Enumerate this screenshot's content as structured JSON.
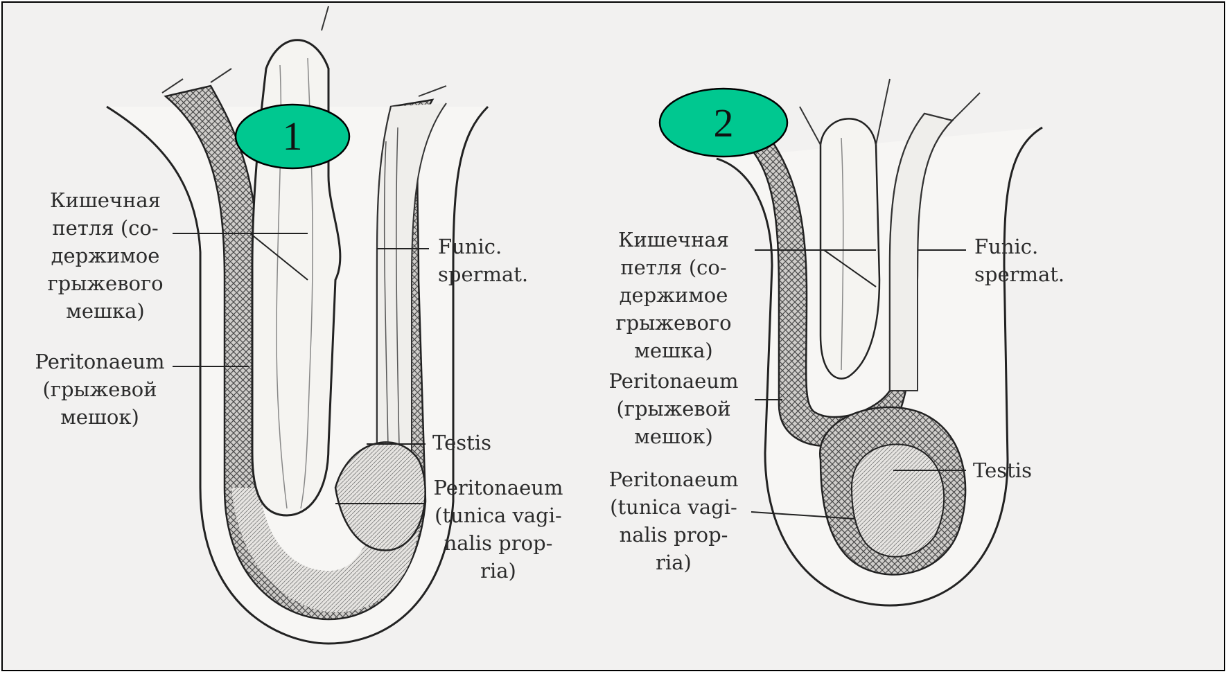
{
  "figure_1": {
    "badge": "1",
    "labels": {
      "intestinal_loop": [
        "Кишечная",
        "петля (со-",
        "держимое",
        "грыжевого",
        "мешка)"
      ],
      "peritoneum_sac": [
        "Peritonaeum",
        "(грыжевой",
        "мешок)"
      ],
      "funic": [
        "Funic.",
        "spermat."
      ],
      "testis": [
        "Testis"
      ],
      "peritoneum_vaginalis": [
        "Peritonaeum",
        "(tunica vagi-",
        "nalis prop-",
        "ria)"
      ]
    }
  },
  "figure_2": {
    "badge": "2",
    "labels": {
      "intestinal_loop": [
        "Кишечная",
        "петля (со-",
        "держимое",
        "грыжевого",
        "мешка)"
      ],
      "peritoneum_sac": [
        "Peritonaeum",
        "(грыжевой",
        "мешок)"
      ],
      "funic": [
        "Funic.",
        "spermat."
      ],
      "testis": [
        "Testis"
      ],
      "peritoneum_vaginalis": [
        "Peritonaeum",
        "(tunica vagi-",
        "nalis prop-",
        "ria)"
      ]
    }
  },
  "colors": {
    "badge_fill": "#00c890",
    "badge_stroke": "#000000",
    "ink": "#2b2b2b",
    "paper": "#f2f1ef"
  }
}
